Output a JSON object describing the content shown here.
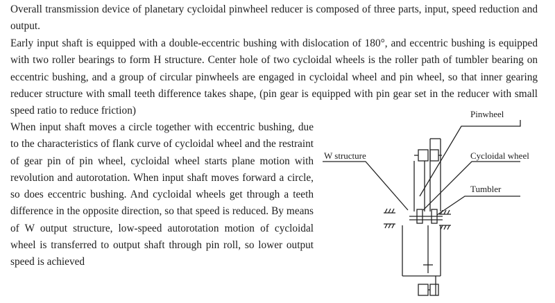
{
  "text": {
    "paragraph1": "Overall transmission device of planetary cycloidal pinwheel reducer is composed of three parts, input, speed reduction and output.",
    "paragraph2": "Early input shaft is equipped with a double-eccentric bushing with dislocation of 180°, and eccentric bushing is equipped with two roller bearings to form H structure. Center hole of two cycloidal wheels is the roller path of tumbler bearing on eccentric bushing, and a group of circular pinwheels are engaged in cycloidal wheel and pin wheel, so that inner gearing reducer structure with small teeth difference takes shape, (pin gear is equipped with pin gear set in the reducer with small speed ratio to reduce friction)",
    "paragraph3": "When input shaft moves a circle together with eccentric bushing, due to the characteristics of flank curve of cycloidal wheel and the restraint of gear pin of pin wheel, cycloidal wheel starts plane motion with revolution and autorotation. When input shaft moves forward a circle, so does eccentric bushing. And cycloidal wheels get through a teeth difference in the opposite direction, so that speed is reduced. By means of W output structure, low-speed autorotation motion of cycloidal wheel is transferred to output shaft through pin roll, so lower output speed is achieved"
  },
  "diagram": {
    "labels": {
      "pinwheel": "Pinwheel",
      "w_structure": "W  structure",
      "cycloidal_wheel": "Cycloidal wheel",
      "tumbler": "Tumbler"
    }
  }
}
